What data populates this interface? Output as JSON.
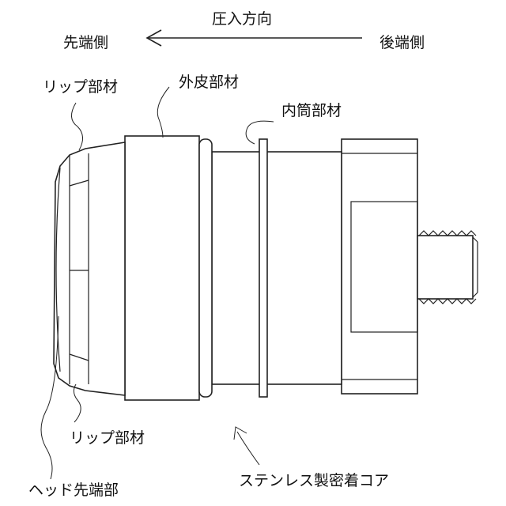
{
  "diagram": {
    "direction": {
      "title": "圧入方向",
      "front_end": "先端側",
      "rear_end": "後端側"
    },
    "labels": {
      "lip_top": "リップ部材",
      "outer_skin": "外皮部材",
      "inner_tube": "内筒部材",
      "lip_bottom": "リップ部材",
      "head_tip": "ヘッド先端部",
      "core": "ステンレス製密着コア"
    }
  }
}
